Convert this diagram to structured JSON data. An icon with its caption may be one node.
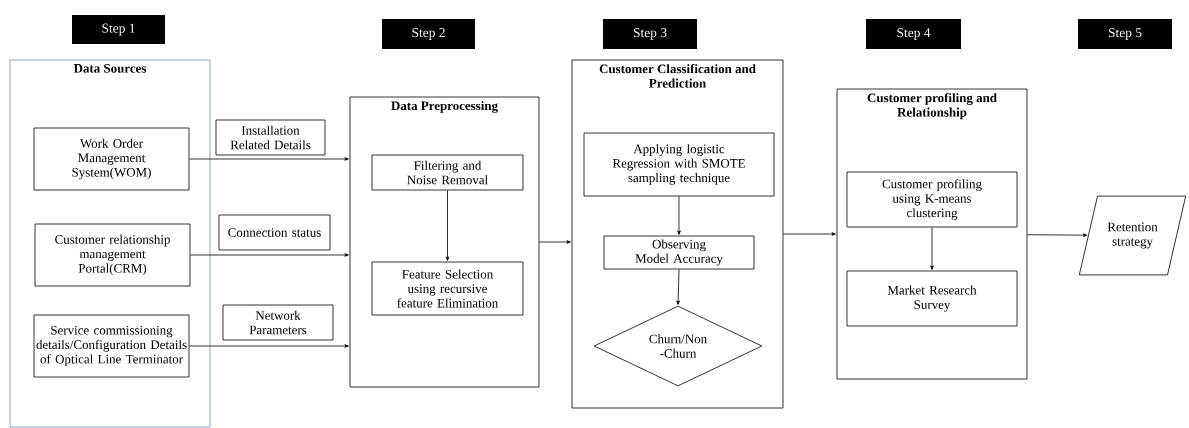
{
  "diagram": {
    "nodes": [
      {
        "text": [
          "Step 1"
        ]
      },
      {
        "text": [
          "Step 2"
        ]
      },
      {
        "text": [
          "Step  3"
        ]
      },
      {
        "text": [
          "Step 4"
        ]
      },
      {
        "text": [
          "Step 5"
        ]
      },
      {
        "text": [
          "Data Sources"
        ]
      },
      {
        "text": [
          "Work Order Management System(WOM)"
        ],
        "in": 5
      },
      {
        "text": [
          "Customer relationship management Portal(CRM)"
        ],
        "in": 5
      },
      {
        "text": [
          "Service commissioning details/Configuration Details of Optical Line Terminator"
        ],
        "in": 5
      },
      {
        "text": [
          "Data Preprocessing"
        ]
      },
      {
        "text": [
          "Filtering and Noise Removal"
        ],
        "in": 9
      },
      {
        "text": [
          "Feature Selection using recursive feature Elimination"
        ],
        "in": 9
      },
      {
        "text": [
          "Customer Classification and Prediction"
        ]
      },
      {
        "text": [
          "Applying logistic Regression with SMOTE sampling technique"
        ],
        "in": 12
      },
      {
        "text": [
          "Observing Model Accuracy"
        ],
        "in": 12
      },
      {
        "text": [
          "Churn/Non -Churn"
        ],
        "in": 12
      },
      {
        "text": [
          "Customer profiling and Relationship"
        ]
      },
      {
        "text": [
          "Customer profiling using K-means clustering"
        ],
        "in": 16
      },
      {
        "text": [
          "Market Research Survey"
        ],
        "in": 16
      },
      {
        "text": [
          "Retention strategy"
        ]
      }
    ],
    "edges": [
      {
        "from": 6,
        "to": 9,
        "arrow": "to",
        "label": "Installation Related Details"
      },
      {
        "from": 7,
        "to": 9,
        "arrow": "to",
        "label": "Connection status"
      },
      {
        "from": 8,
        "to": 9,
        "arrow": "to",
        "label": "Network Parameters"
      },
      {
        "from": 10,
        "to": 11,
        "arrow": "to"
      },
      {
        "from": 9,
        "to": 12,
        "arrow": "to"
      },
      {
        "from": 13,
        "to": 14,
        "arrow": "to"
      },
      {
        "from": 14,
        "to": 15,
        "arrow": "to"
      },
      {
        "from": 12,
        "to": 16,
        "arrow": "to"
      },
      {
        "from": 17,
        "to": 18,
        "arrow": "to"
      },
      {
        "from": 16,
        "to": 19,
        "arrow": "to"
      }
    ]
  }
}
